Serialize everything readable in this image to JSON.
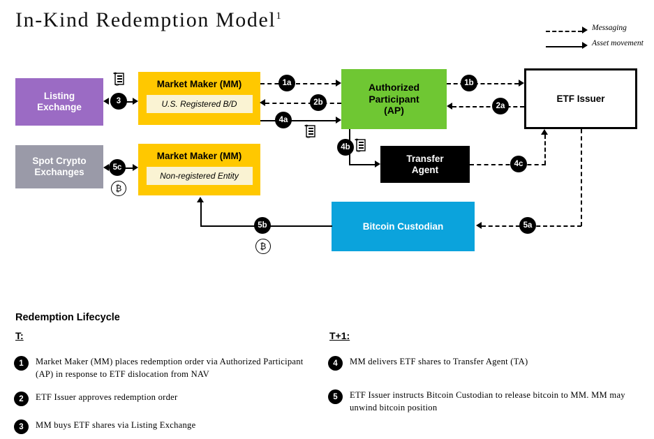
{
  "title": {
    "text": "In-Kind Redemption Model",
    "footnote": "1"
  },
  "legend": {
    "items": [
      {
        "label": "Messaging",
        "style": "dashed",
        "icon": "dashed-arrow-icon"
      },
      {
        "label": "Asset movement",
        "style": "solid",
        "icon": "solid-arrow-icon"
      }
    ]
  },
  "colors": {
    "listing_exchange": "#9B6BC4",
    "spot_crypto": "#9A9AA8",
    "market_maker": "#FFC800",
    "market_maker_sub": "#FAF3D3",
    "authorized_participant": "#6FC733",
    "transfer_agent": "#000000",
    "etf_issuer": "#FFFFFF",
    "bitcoin_custodian": "#0BA3DC"
  },
  "nodes": {
    "listing_exchange": {
      "line1": "Listing",
      "line2": "Exchange"
    },
    "spot_crypto": {
      "line1": "Spot Crypto",
      "line2": "Exchanges"
    },
    "mm_top": {
      "title": "Market Maker (MM)",
      "sub": "U.S. Registered  B/D"
    },
    "mm_bottom": {
      "title": "Market Maker (MM)",
      "sub": "Non-registered Entity"
    },
    "authorized_participant": {
      "line1": "Authorized",
      "line2": "Participant",
      "line3": "(AP)"
    },
    "transfer_agent": {
      "line1": "Transfer",
      "line2": "Agent"
    },
    "etf_issuer": {
      "line1": "ETF Issuer"
    },
    "bitcoin_custodian": {
      "line1": "Bitcoin Custodian"
    }
  },
  "flow_badges": {
    "b1a": "1a",
    "b1b": "1b",
    "b2a": "2a",
    "b2b": "2b",
    "b3": "3",
    "b4a": "4a",
    "b4b": "4b",
    "b4c": "4c",
    "b5a": "5a",
    "b5b": "5b",
    "b5c": "5c"
  },
  "bitcoin_symbol": "₿",
  "lifecycle": {
    "heading": "Redemption Lifecycle",
    "phase_t": {
      "label": "T:",
      "steps": [
        {
          "num": "1",
          "text": "Market Maker (MM) places redemption order via Authorized Participant (AP) in response to ETF dislocation from NAV"
        },
        {
          "num": "2",
          "text": "ETF Issuer approves redemption order"
        },
        {
          "num": "3",
          "text": "MM buys ETF shares via Listing Exchange"
        }
      ]
    },
    "phase_t1": {
      "label": "T+1:",
      "steps": [
        {
          "num": "4",
          "text": "MM delivers ETF shares to Transfer Agent (TA)"
        },
        {
          "num": "5",
          "text": "ETF Issuer instructs Bitcoin Custodian to release bitcoin to MM. MM may unwind bitcoin position"
        }
      ]
    }
  }
}
